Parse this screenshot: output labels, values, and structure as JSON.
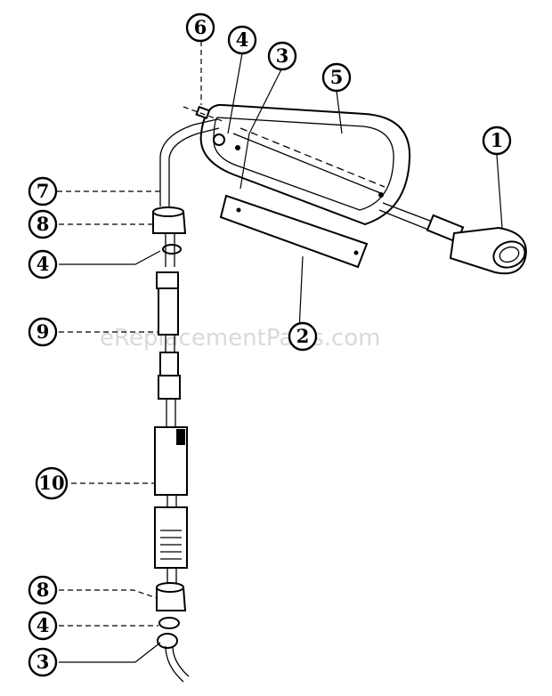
{
  "watermark": "eReplacementParts.com",
  "callouts": [
    {
      "id": "c6",
      "label": "6"
    },
    {
      "id": "c4a",
      "label": "4"
    },
    {
      "id": "c3a",
      "label": "3"
    },
    {
      "id": "c5",
      "label": "5"
    },
    {
      "id": "c1",
      "label": "1"
    },
    {
      "id": "c7",
      "label": "7"
    },
    {
      "id": "c8a",
      "label": "8"
    },
    {
      "id": "c4b",
      "label": "4"
    },
    {
      "id": "c2",
      "label": "2"
    },
    {
      "id": "c9",
      "label": "9"
    },
    {
      "id": "c10",
      "label": "10"
    },
    {
      "id": "c8b",
      "label": "8"
    },
    {
      "id": "c4c",
      "label": "4"
    },
    {
      "id": "c3b",
      "label": "3"
    }
  ]
}
